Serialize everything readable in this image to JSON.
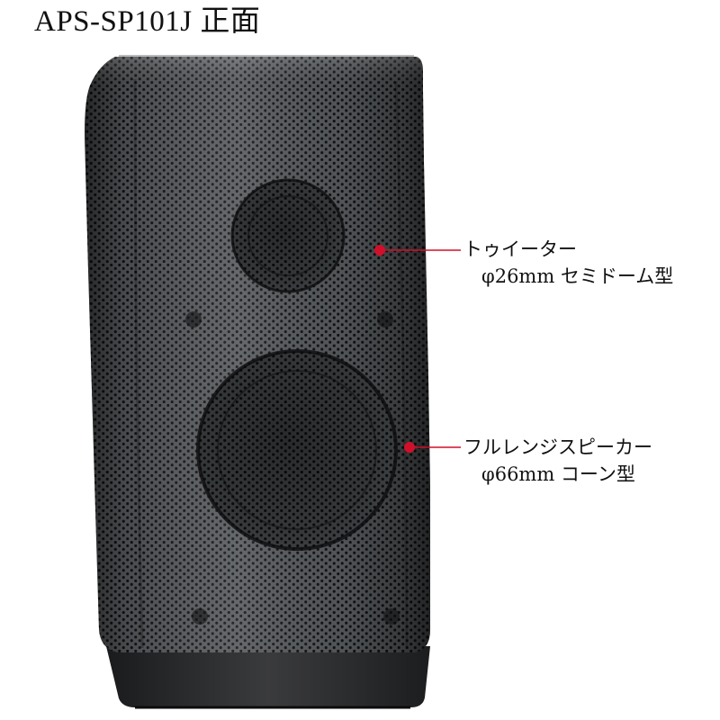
{
  "title": "APS-SP101J  正面",
  "callouts": {
    "tweeter": {
      "name": "トゥイーター",
      "spec": "φ26mm セミドーム型"
    },
    "fullrange": {
      "name": "フルレンジスピーカー",
      "spec": "φ66mm コーン型"
    }
  },
  "colors": {
    "marker": "#d0102a",
    "speaker_body": "#2b2c2e",
    "background": "#ffffff"
  }
}
